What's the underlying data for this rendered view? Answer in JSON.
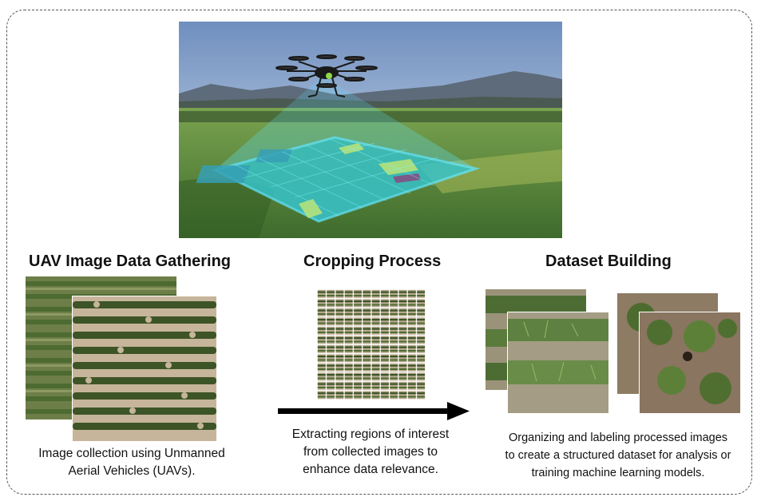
{
  "hero": {
    "colors": {
      "sky_top": "#6f8fbf",
      "sky_bottom": "#d8e3ee",
      "mountain": "#5d6b7a",
      "field_near": "#3e6b2c",
      "field_far": "#6f9c46",
      "scan_grid": "#3ed3c8",
      "scan_glow": "#5fe6ff"
    }
  },
  "sections": [
    {
      "title": "UAV Image Data Gathering",
      "caption_lines": [
        "Image collection using Unmanned",
        "Aerial Vehicles (UAVs)."
      ]
    },
    {
      "title": "Cropping Process",
      "caption_lines": [
        "Extracting regions of interest",
        "from collected images to",
        "enhance data relevance."
      ]
    },
    {
      "title": "Dataset Building",
      "caption_lines": [
        "Organizing and labeling processed images",
        "to create a structured dataset for analysis or",
        "training machine learning models."
      ]
    }
  ],
  "flow": {
    "arrow_color": "#000000"
  }
}
